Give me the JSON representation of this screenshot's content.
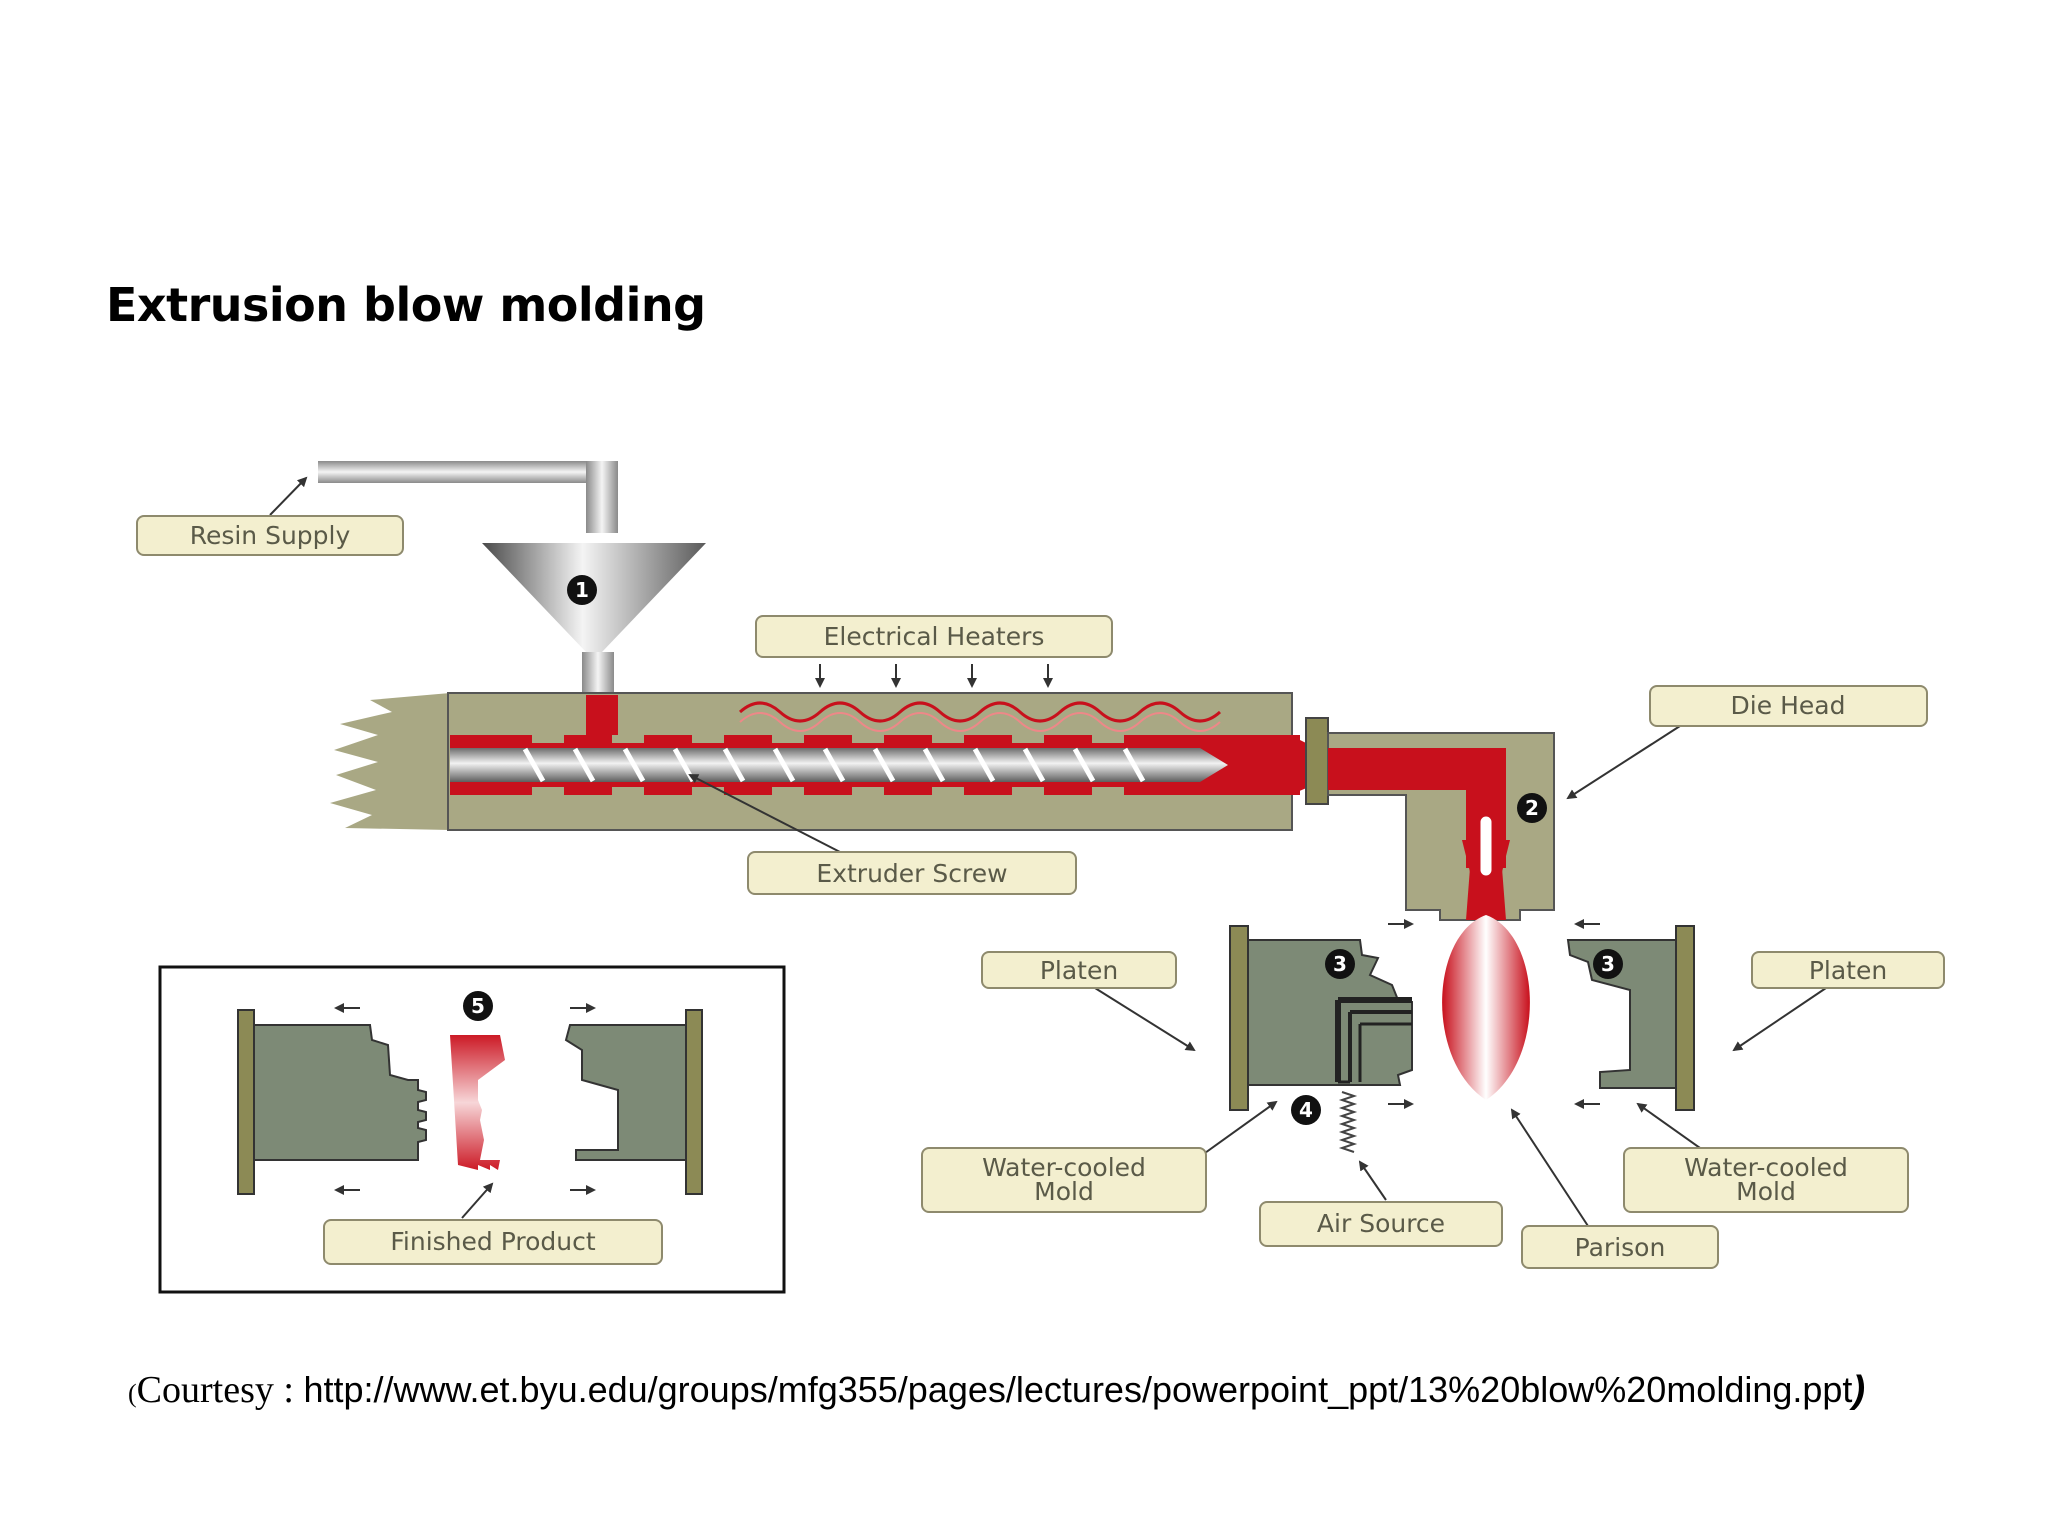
{
  "title": "Extrusion blow molding",
  "labels": {
    "resin_supply": "Resin Supply",
    "electrical_heaters": "Electrical Heaters",
    "die_head": "Die Head",
    "extruder_screw": "Extruder Screw",
    "platen_left": "Platen",
    "platen_right": "Platen",
    "water_mold_left_1": "Water-cooled",
    "water_mold_left_2": "Mold",
    "water_mold_right_1": "Water-cooled",
    "water_mold_right_2": "Mold",
    "air_source": "Air Source",
    "parison": "Parison",
    "finished_product": "Finished Product"
  },
  "steps": {
    "s1": "1",
    "s2": "2",
    "s3a": "3",
    "s3b": "3",
    "s4": "4",
    "s5": "5"
  },
  "courtesy": {
    "open": "(",
    "word": "Courtesy : ",
    "url": "http://www.et.byu.edu/groups/mfg355/pages/lectures/powerpoint_ppt/13%20blow%20molding.ppt",
    "close": ")"
  },
  "colors": {
    "machine": "#a9a884",
    "mold": "#7d8a76",
    "melt": "#c8101c",
    "label_fill": "#f3efcf",
    "label_stroke": "#8e8a6d",
    "platen": "#8c8a55"
  }
}
